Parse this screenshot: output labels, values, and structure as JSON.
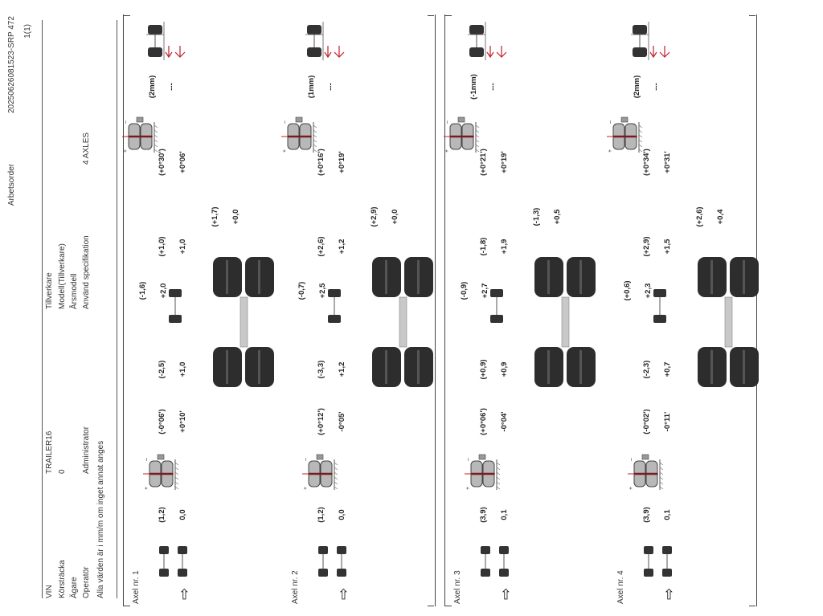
{
  "header": {
    "title": "Arbetsorder",
    "order_id": "20250626081523-SRP 472",
    "page": "1(1)"
  },
  "info": {
    "rows": [
      {
        "label": "VIN",
        "value": "TRAILER16",
        "label2": "Tillverkare",
        "value2": ""
      },
      {
        "label": "Körsträcka",
        "value": "0",
        "label2": "Modell(Tillverkare)",
        "value2": ""
      },
      {
        "label": "Ägare",
        "value": "",
        "label2": "Årsmodell",
        "value2": ""
      },
      {
        "label": "Operatör",
        "value": "Administrator",
        "label2": "Använd specifikation",
        "value2": "4 AXLES"
      }
    ],
    "note": "Alla värden är i mm/m om inget annat anges"
  },
  "colors": {
    "accent_red": "#c0202a",
    "tire": "#333333",
    "rim": "#a0a0a0"
  },
  "axles": [
    {
      "label": "Axel nr. 1",
      "offset": {
        "spec": "(1,2)",
        "value": "0,0"
      },
      "camber_left": {
        "spec": "(-0°06')",
        "value": "+0°10'"
      },
      "toe_left": {
        "spec": "(-2,5)",
        "value": "+1,0"
      },
      "total_toe": {
        "spec": "(-1,6)",
        "value": "+2,0"
      },
      "toe_right": {
        "spec": "(+1,0)",
        "value": "+1,0"
      },
      "thrust": {
        "spec": "(+1,7)",
        "value": "+0,0"
      },
      "camber_right": {
        "spec": "(+0°30')",
        "value": "+0°06'"
      },
      "setback": {
        "spec": "(2mm)",
        "value": "---"
      }
    },
    {
      "label": "Axel nr. 2",
      "offset": {
        "spec": "(1,2)",
        "value": "0,0"
      },
      "camber_left": {
        "spec": "(+0°12')",
        "value": "-0°05'"
      },
      "toe_left": {
        "spec": "(-3,3)",
        "value": "+1,2"
      },
      "total_toe": {
        "spec": "(-0,7)",
        "value": "+2,5"
      },
      "toe_right": {
        "spec": "(+2,6)",
        "value": "+1,2"
      },
      "thrust": {
        "spec": "(+2,9)",
        "value": "+0,0"
      },
      "camber_right": {
        "spec": "(+0°16')",
        "value": "+0°19'"
      },
      "setback": {
        "spec": "(1mm)",
        "value": "---"
      }
    },
    {
      "label": "Axel nr. 3",
      "offset": {
        "spec": "(3,9)",
        "value": "0,1"
      },
      "camber_left": {
        "spec": "(+0°06')",
        "value": "-0°04'"
      },
      "toe_left": {
        "spec": "(+0,9)",
        "value": "+0,9"
      },
      "total_toe": {
        "spec": "(-0,9)",
        "value": "+2,7"
      },
      "toe_right": {
        "spec": "(-1,8)",
        "value": "+1,9"
      },
      "thrust": {
        "spec": "(-1,3)",
        "value": "+0,5"
      },
      "camber_right": {
        "spec": "(+0°21')",
        "value": "+0°19'"
      },
      "setback": {
        "spec": "(-1mm)",
        "value": "---"
      }
    },
    {
      "label": "Axel nr. 4",
      "offset": {
        "spec": "(3,9)",
        "value": "0,1"
      },
      "camber_left": {
        "spec": "(-0°02')",
        "value": "-0°11'"
      },
      "toe_left": {
        "spec": "(-2,3)",
        "value": "+0,7"
      },
      "total_toe": {
        "spec": "(+0,6)",
        "value": "+2,3"
      },
      "toe_right": {
        "spec": "(+2,9)",
        "value": "+1,5"
      },
      "thrust": {
        "spec": "(+2,6)",
        "value": "+0,4"
      },
      "camber_right": {
        "spec": "(+0°34')",
        "value": "+0°31'"
      },
      "setback": {
        "spec": "(2mm)",
        "value": "---"
      }
    }
  ]
}
